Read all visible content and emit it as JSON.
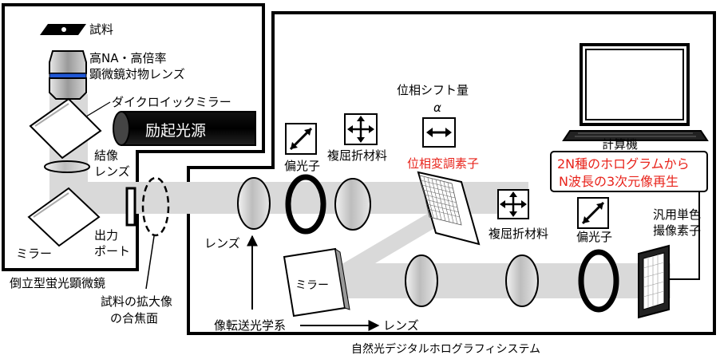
{
  "diagram": {
    "bottom_caption": "自然光デジタルホログラフィシステム",
    "microscope": {
      "sample": "試料",
      "objective_line1": "高NA・高倍率",
      "objective_line2": "顕微鏡対物レンズ",
      "dichroic": "ダイクロイックミラー",
      "light_source": "励起光源",
      "imaging_lens_line1": "結像",
      "imaging_lens_line2": "レンズ",
      "mirror": "ミラー",
      "output_port_line1": "出力",
      "output_port_line2": "ポート",
      "name": "倒立型蛍光顕微鏡",
      "focal_plane_line1": "試料の拡大像",
      "focal_plane_line2": "の合焦面"
    },
    "system": {
      "phase_shift_label": "位相シフト量",
      "alpha": "α",
      "slm": "位相変調素子",
      "polarizer_1": "偏光子",
      "birefringent_1": "複屈折材料",
      "birefringent_2": "複屈折材料",
      "polarizer_2": "偏光子",
      "computer": "計算機",
      "computer_text_line1": "2N種のホログラムから",
      "computer_text_line2": "N波長の3次元像再生",
      "camera_line1": "汎用単色",
      "camera_line2": "撮像素子",
      "lens_1": "レンズ",
      "lens_2": "レンズ",
      "mirror": "ミラー",
      "relay_optics": "像転送光学系"
    },
    "colors": {
      "emphasis": "#e8231b",
      "beam": "#d9d9d9",
      "objective_band": "#1f57d6",
      "light_source_body": "#000000"
    }
  }
}
